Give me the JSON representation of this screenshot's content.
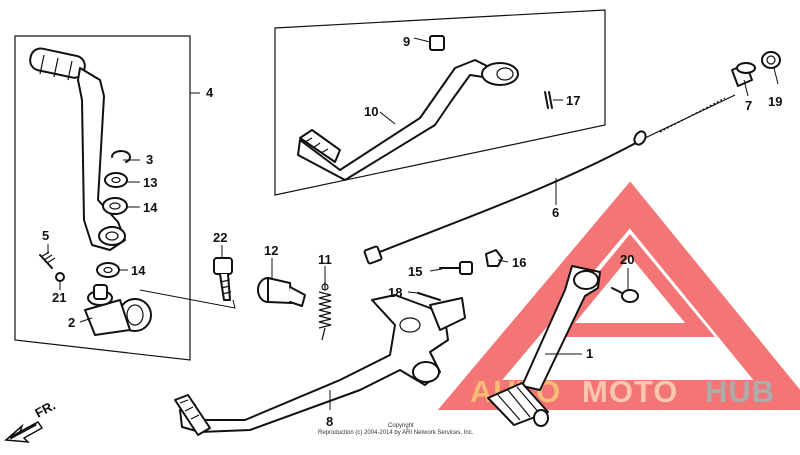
{
  "callouts": {
    "c1": "1",
    "c2": "2",
    "c3": "3",
    "c4": "4",
    "c5": "5",
    "c6": "6",
    "c7": "7",
    "c8": "8",
    "c9": "9",
    "c10": "10",
    "c11": "11",
    "c12": "12",
    "c13": "13",
    "c14a": "14",
    "c14b": "14",
    "c15": "15",
    "c16": "16",
    "c17": "17",
    "c18": "18",
    "c19": "19",
    "c20": "20",
    "c21": "21",
    "c22": "22"
  },
  "direction_label": "FR.",
  "copyright": {
    "line1": "Copyright",
    "line2": "Reproduction (c) 2004-2014 by ARI Network Services, Inc."
  },
  "watermark": {
    "part1": "AUTO",
    "part2": "MOTO",
    "part3": "HUB",
    "colors": {
      "auto": "#f2a23a",
      "moto": "#f6b08c",
      "hub": "#8a8a8a",
      "triangle": "#ee3b3b"
    }
  }
}
